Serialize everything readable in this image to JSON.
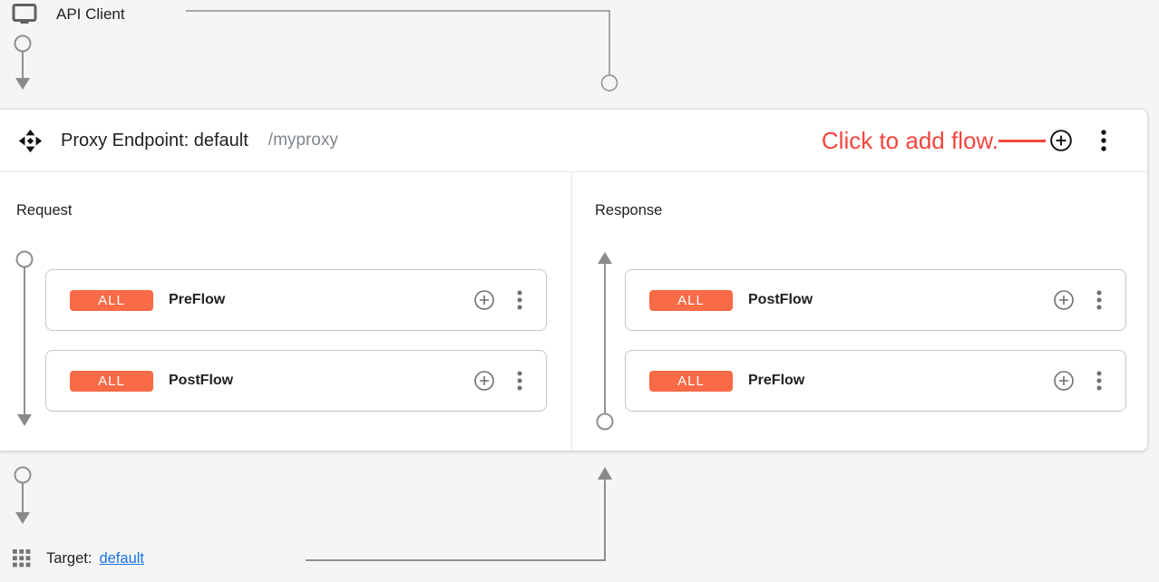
{
  "colors": {
    "badge_orange": "#F96A46",
    "annotation_red": "#F4453C",
    "link_blue": "#1A73E8",
    "connector_gray": "#8F8F8F"
  },
  "icons": {
    "api_client": "monitor-icon",
    "proxy_endpoint": "move-arrows-icon",
    "add_flow": "plus-circle-icon",
    "menu": "kebab-menu-icon",
    "target": "grid-icon"
  },
  "api_client": {
    "label": "API Client"
  },
  "proxy_endpoint": {
    "title": "Proxy Endpoint: default",
    "base_path": "/myproxy",
    "annotation": "Click to add flow.",
    "request": {
      "label": "Request",
      "flows": [
        {
          "condition": "ALL",
          "name": "PreFlow"
        },
        {
          "condition": "ALL",
          "name": "PostFlow"
        }
      ]
    },
    "response": {
      "label": "Response",
      "flows": [
        {
          "condition": "ALL",
          "name": "PostFlow"
        },
        {
          "condition": "ALL",
          "name": "PreFlow"
        }
      ]
    }
  },
  "target": {
    "label": "Target:",
    "link": "default"
  }
}
